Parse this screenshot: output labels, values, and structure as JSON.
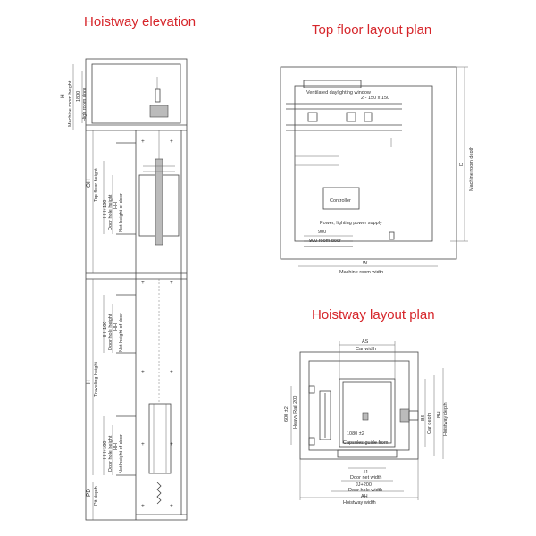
{
  "titles": {
    "elevation": "Hoistway elevation",
    "top_floor": "Top floor layout plan",
    "hoistway_plan": "Hoistway layout plan"
  },
  "elevation": {
    "H": "H",
    "machine_room_height": "Machine room height",
    "dim_1800": "1800",
    "high_room_door": "High room door",
    "OH": "OH",
    "top_floor_height": "Top floor height",
    "hh100_1": "HH+100",
    "door_hole_height_1": "Door hole height",
    "hh_1": "HH",
    "net_height_door_1": "Net height of door",
    "hh100_2": "HH+100",
    "door_hole_height_2": "Door hole height",
    "hh_2": "HH",
    "net_height_door_2": "Net height of door",
    "h_travel": "H",
    "traveling_height": "Traveling height",
    "hh100_3": "HH+100",
    "door_hole_height_3": "Door hole height",
    "hh_3": "HH",
    "net_height_door_3": "Net height of door",
    "PD": "PD",
    "pit_depth": "Pit depth"
  },
  "top_floor": {
    "ventilated_window": "Ventilated daylighting window",
    "dim_150": "2 - 150 x 150",
    "controller": "Controller",
    "power_supply": "Power, lighting power supply",
    "dim_900": "900",
    "room_door_900": "900 room door",
    "W": "W",
    "machine_room_width": "Machine room width",
    "D": "D",
    "machine_room_depth": "Machine room depth"
  },
  "hoistway_plan": {
    "AS": "AS",
    "car_width": "Car width",
    "dim_600": "600 ±2",
    "heavy_rail": "Heavy Rail 200",
    "dim_1080": "1080 ±2",
    "capsules_guide": "Capsules guide from",
    "BS": "BS",
    "car_depth": "Car depth",
    "BH": "BH",
    "hoistway_depth": "Hoistway depth",
    "JJ": "JJ",
    "door_net_width": "Door net width",
    "jj200": "JJ+200",
    "door_hole_width": "Door hole width",
    "AH": "AH",
    "hoistway_width": "Hoistway width"
  }
}
